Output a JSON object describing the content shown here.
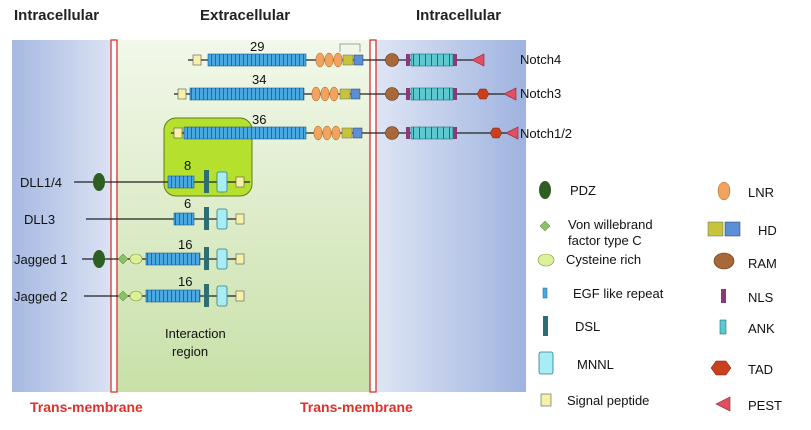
{
  "headers": {
    "left": "Intracellular",
    "middle": "Extracellular",
    "right": "Intracellular"
  },
  "membranes": {
    "left": "Trans-membrane",
    "right": "Trans-membrane"
  },
  "receptors": [
    {
      "name": "Notch4",
      "egf_count": "29"
    },
    {
      "name": "Notch3",
      "egf_count": "34"
    },
    {
      "name": "Notch1/2",
      "egf_count": "36"
    }
  ],
  "ligands": [
    {
      "name": "DLL1/4",
      "egf_count": "8"
    },
    {
      "name": "DLL3",
      "egf_count": "6"
    },
    {
      "name": "Jagged 1",
      "egf_count": "16"
    },
    {
      "name": "Jagged 2",
      "egf_count": "16"
    }
  ],
  "interaction_region": "Interaction\nregion",
  "legend_left": [
    {
      "label": "PDZ",
      "icon": "pdz-icon"
    },
    {
      "label": "Von willebrand factor type C",
      "line1": "Von willebrand",
      "line2": "factor type C",
      "icon": "vwf-icon"
    },
    {
      "label": "Cysteine rich",
      "icon": "cysteine-rich-icon"
    },
    {
      "label": "EGF like repeat",
      "icon": "egf-repeat-icon"
    },
    {
      "label": "DSL",
      "icon": "dsl-icon"
    },
    {
      "label": "MNNL",
      "icon": "mnnl-icon"
    },
    {
      "label": "Signal peptide",
      "icon": "signal-peptide-icon"
    }
  ],
  "legend_right": [
    {
      "label": "LNR",
      "icon": "lnr-icon"
    },
    {
      "label": "HD",
      "icon": "hd-icon"
    },
    {
      "label": "RAM",
      "icon": "ram-icon"
    },
    {
      "label": "NLS",
      "icon": "nls-icon"
    },
    {
      "label": "ANK",
      "icon": "ank-icon"
    },
    {
      "label": "TAD",
      "icon": "tad-icon"
    },
    {
      "label": "PEST",
      "icon": "pest-icon"
    }
  ],
  "colors": {
    "egf": "#4aa8e0",
    "lnr": "#f2a35e",
    "hd_left": "#c6c43a",
    "hd_right": "#5b8fd6",
    "ram": "#a8683a",
    "nls": "#8a3a78",
    "ank": "#5ec8d0",
    "tad": "#c8401c",
    "pest": "#e05060",
    "pdz": "#2e5e22",
    "dsl": "#2c6e72",
    "mnnl": "#a8ecf4",
    "signal": "#f6f0a8",
    "cys": "#dcf09a",
    "vwf": "#8cc068",
    "interaction_box": "#b6e02e",
    "membrane": "#e0302a"
  }
}
